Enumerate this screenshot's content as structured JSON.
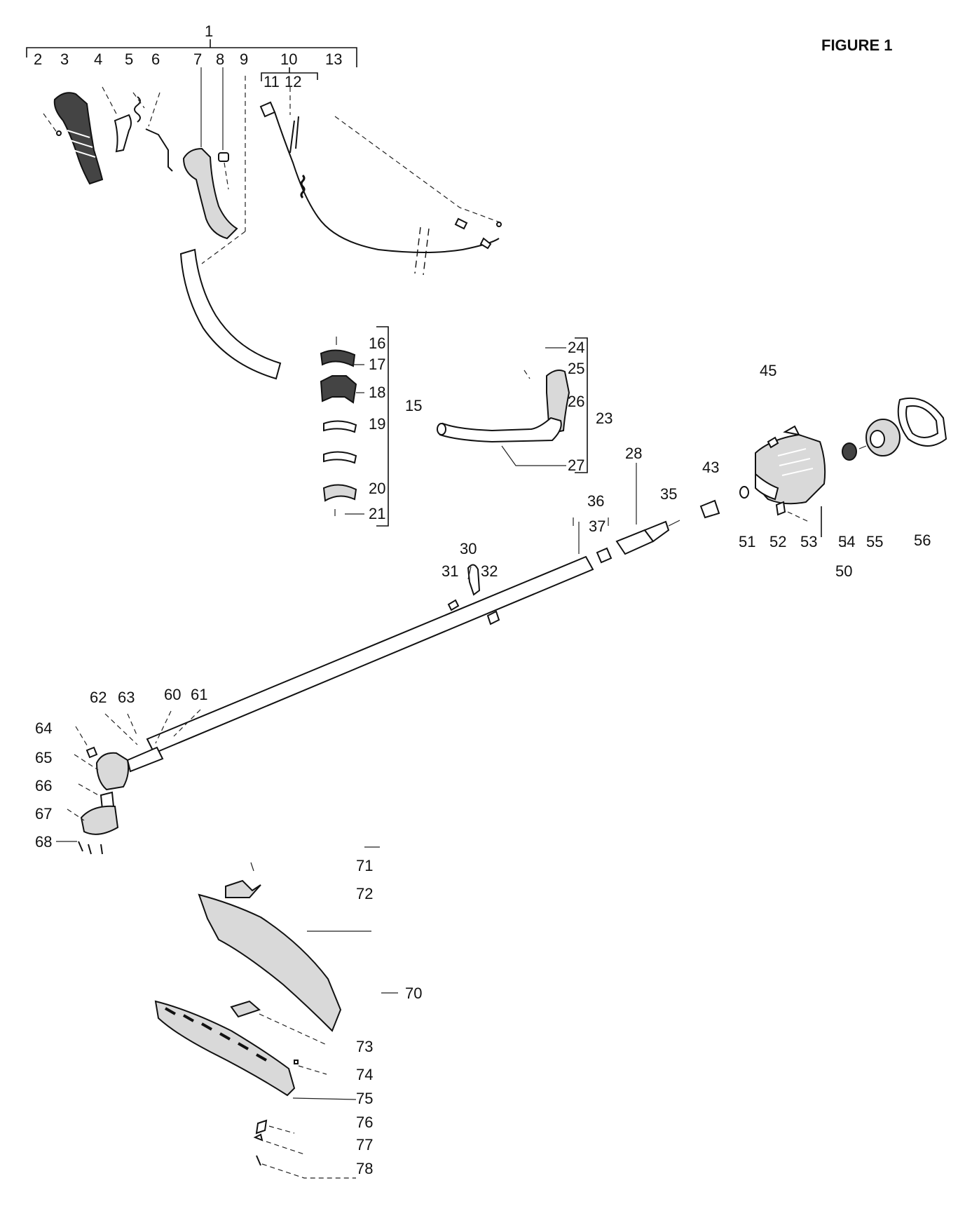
{
  "figure_title": "FIGURE 1",
  "callouts": [
    {
      "id": "1",
      "text": "1"
    },
    {
      "id": "2",
      "text": "2"
    },
    {
      "id": "3",
      "text": "3"
    },
    {
      "id": "4",
      "text": "4"
    },
    {
      "id": "5",
      "text": "5"
    },
    {
      "id": "6",
      "text": "6"
    },
    {
      "id": "7",
      "text": "7"
    },
    {
      "id": "8",
      "text": "8"
    },
    {
      "id": "9",
      "text": "9"
    },
    {
      "id": "10",
      "text": "10"
    },
    {
      "id": "11",
      "text": "11"
    },
    {
      "id": "12",
      "text": "12"
    },
    {
      "id": "13",
      "text": "13"
    },
    {
      "id": "15",
      "text": "15"
    },
    {
      "id": "16",
      "text": "16"
    },
    {
      "id": "17",
      "text": "17"
    },
    {
      "id": "18",
      "text": "18"
    },
    {
      "id": "19",
      "text": "19"
    },
    {
      "id": "20",
      "text": "20"
    },
    {
      "id": "21",
      "text": "21"
    },
    {
      "id": "23",
      "text": "23"
    },
    {
      "id": "24",
      "text": "24"
    },
    {
      "id": "25",
      "text": "25"
    },
    {
      "id": "26",
      "text": "26"
    },
    {
      "id": "27",
      "text": "27"
    },
    {
      "id": "28",
      "text": "28"
    },
    {
      "id": "30",
      "text": "30"
    },
    {
      "id": "31",
      "text": "31"
    },
    {
      "id": "32",
      "text": "32"
    },
    {
      "id": "35",
      "text": "35"
    },
    {
      "id": "36",
      "text": "36"
    },
    {
      "id": "37",
      "text": "37"
    },
    {
      "id": "43",
      "text": "43"
    },
    {
      "id": "45",
      "text": "45"
    },
    {
      "id": "50",
      "text": "50"
    },
    {
      "id": "51",
      "text": "51"
    },
    {
      "id": "52",
      "text": "52"
    },
    {
      "id": "53",
      "text": "53"
    },
    {
      "id": "54",
      "text": "54"
    },
    {
      "id": "55",
      "text": "55"
    },
    {
      "id": "56",
      "text": "56"
    },
    {
      "id": "60",
      "text": "60"
    },
    {
      "id": "61",
      "text": "61"
    },
    {
      "id": "62",
      "text": "62"
    },
    {
      "id": "63",
      "text": "63"
    },
    {
      "id": "64",
      "text": "64"
    },
    {
      "id": "65",
      "text": "65"
    },
    {
      "id": "66",
      "text": "66"
    },
    {
      "id": "67",
      "text": "67"
    },
    {
      "id": "68",
      "text": "68"
    },
    {
      "id": "70",
      "text": "70"
    },
    {
      "id": "71",
      "text": "71"
    },
    {
      "id": "72",
      "text": "72"
    },
    {
      "id": "73",
      "text": "73"
    },
    {
      "id": "74",
      "text": "74"
    },
    {
      "id": "75",
      "text": "75"
    },
    {
      "id": "76",
      "text": "76"
    },
    {
      "id": "77",
      "text": "77"
    },
    {
      "id": "78",
      "text": "78"
    }
  ],
  "colors": {
    "ink": "#111111",
    "fill_light": "#d9d9d9",
    "fill_dark": "#444444",
    "background": "#ffffff"
  }
}
